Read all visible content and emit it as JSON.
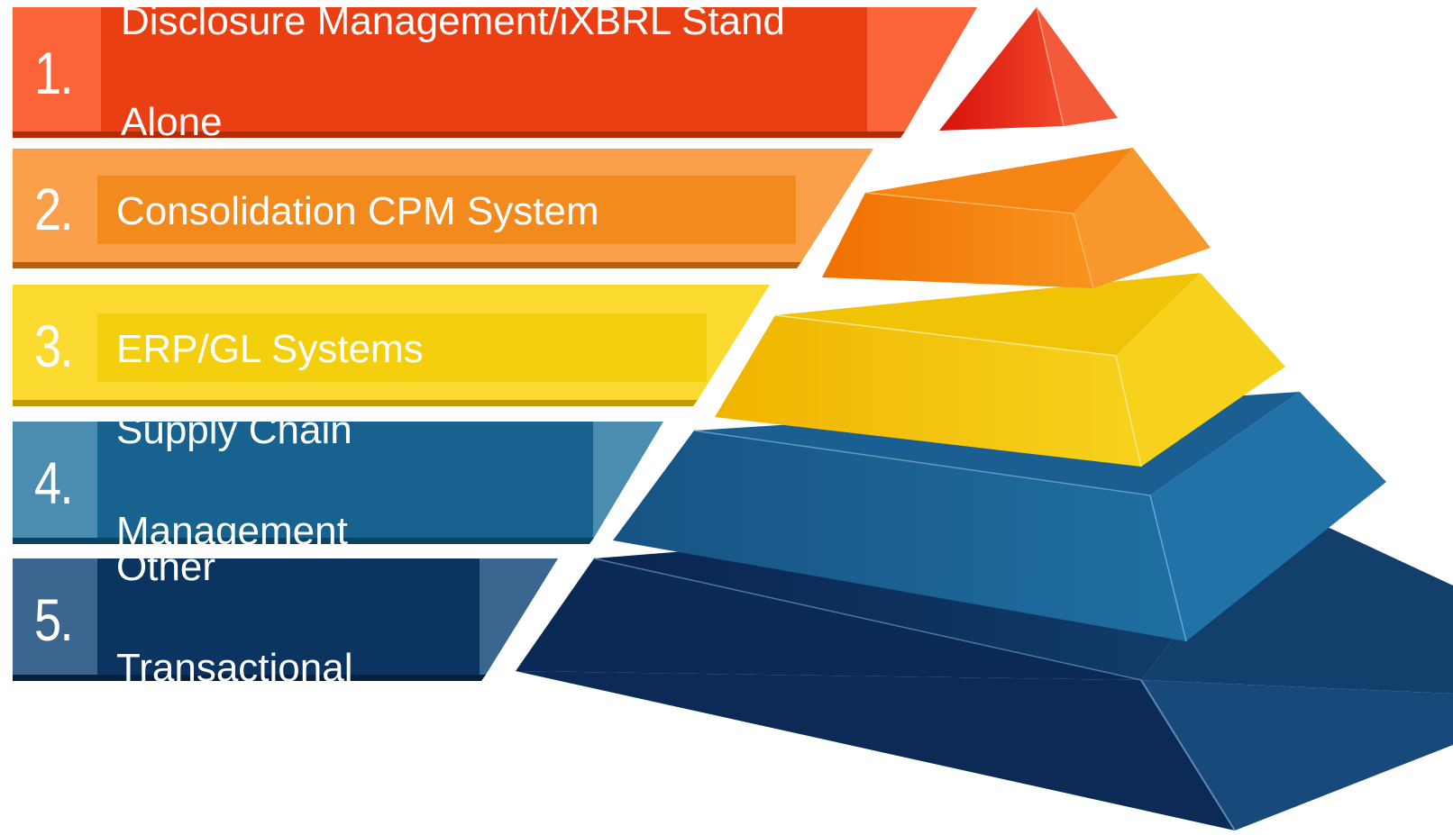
{
  "diagram": {
    "levels": [
      {
        "number": "1.",
        "label_line1": "Disclosure Management/iXBRL Stand",
        "label_line2": "Alone",
        "color": "#ea3f12",
        "light": "#fb6339",
        "dark": "#b32a06",
        "pyramid": "#e01e0e"
      },
      {
        "number": "2.",
        "label_line1": "Consolidation CPM System",
        "label_line2": "",
        "color": "#f38a1e",
        "light": "#fba04a",
        "dark": "#b9600b",
        "pyramid": "#f47d12"
      },
      {
        "number": "3.",
        "label_line1": "ERP/GL Systems",
        "label_line2": "",
        "color": "#f4cf0e",
        "light": "#fbda30",
        "dark": "#c39c05",
        "pyramid": "#f2c106"
      },
      {
        "number": "4.",
        "label_line1": "Supply Chain",
        "label_line2": "Management",
        "color": "#17628f",
        "light": "#4a8db0",
        "dark": "#0d4465",
        "pyramid": "#1c5f92"
      },
      {
        "number": "5.",
        "label_line1": "Other",
        "label_line2": "Transactional",
        "color": "#0b3461",
        "light": "#3a6690",
        "dark": "#07213f",
        "pyramid": "#0b2f5e"
      }
    ]
  }
}
